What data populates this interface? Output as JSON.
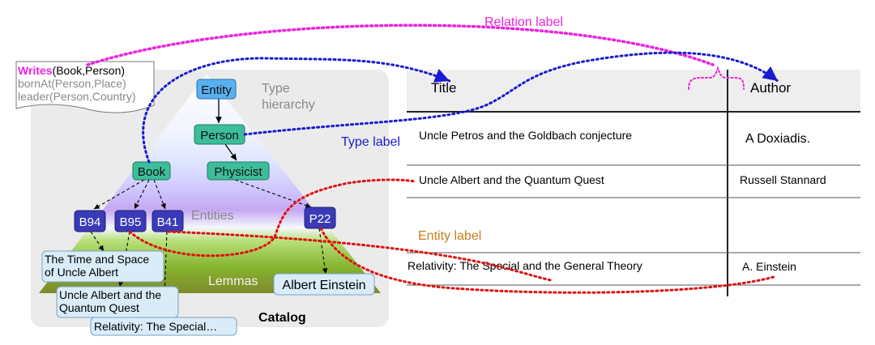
{
  "relations": {
    "first_name": "Writes",
    "first_args": "(Book,Person)",
    "line2": "bornAt(Person,Place)",
    "line3": "leader(Person,Country)"
  },
  "labels": {
    "relation_label": "Relation label",
    "type_label": "Type label",
    "entity_label": "Entity label",
    "type_hierarchy_1": "Type",
    "type_hierarchy_2": "hierarchy",
    "entities": "Entities",
    "lemmas": "Lemmas",
    "catalog": "Catalog"
  },
  "types": {
    "entity": "Entity",
    "person": "Person",
    "book": "Book",
    "physicist": "Physicist"
  },
  "entity_ids": {
    "b94": "B94",
    "b95": "B95",
    "b41": "B41",
    "p22": "P22"
  },
  "lemmas": {
    "l1_line1": "The Time and Space",
    "l1_line2": "of Uncle Albert",
    "l2_line1": "Uncle Albert and the",
    "l2_line2": "Quantum Quest",
    "l3": "Relativity: The Special…",
    "l4": "Albert Einstein"
  },
  "table": {
    "headers": [
      "Title",
      "Author"
    ],
    "rows": [
      {
        "title": "Uncle Petros and the Goldbach conjecture",
        "author": "A  Doxiadis."
      },
      {
        "title": "Uncle Albert and the Quantum Quest",
        "author": "Russell Stannard"
      },
      {
        "title": "",
        "author": ""
      },
      {
        "title": "Relativity: The Special and the General Theory",
        "author": "A. Einstein"
      }
    ]
  },
  "colors": {
    "relation": "#ee22dd",
    "type": "#1a1ad0",
    "entity": "#e01010",
    "entity_label": "#c87d1a",
    "type_box": "#3dbd9a",
    "entity_box": "#3a3ab8",
    "entity_root_box": "#5ab0f0"
  }
}
